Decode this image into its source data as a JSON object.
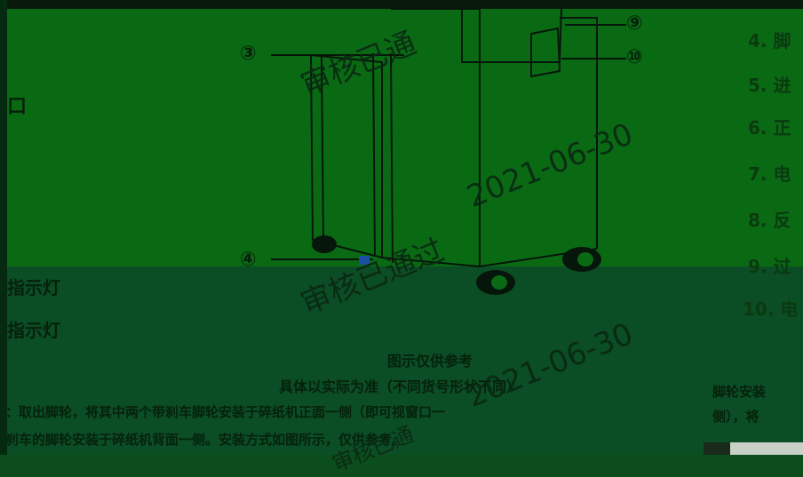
{
  "left_labels": {
    "item_a": "口",
    "item_b": "指示灯",
    "item_c": "指示灯"
  },
  "callouts": {
    "c3": "③",
    "c4": "④",
    "c9": "⑨",
    "c10": "⑩"
  },
  "right_list": {
    "items": [
      "4. 脚",
      "5. 进",
      "6. 正",
      "7. 电",
      "8. 反",
      "9. 过",
      "10. 电"
    ]
  },
  "caption": {
    "line1": "图示仅供参考",
    "line2": "具体以实际为准（不同货号形状不同）"
  },
  "instructions": {
    "line1": "：取出脚轮，将其中两个带刹车脚轮安装于碎纸机正面一侧（即可视窗口一",
    "line2": "刹车的脚轮安装于碎纸机背面一侧。安装方式如图所示，仅供参考。"
  },
  "right_cut": {
    "line1": "脚轮安装",
    "line2": "侧），将"
  },
  "watermarks": {
    "stamp1": "审核已通",
    "date1": "2021-06-30",
    "stamp2": "审核已通过",
    "date2": "2021-06-30",
    "stamp3": "审核已通"
  },
  "colors": {
    "top_bg": "#0a6a14",
    "bottom_bg": "#0b4d25",
    "ink": "#06210b"
  }
}
